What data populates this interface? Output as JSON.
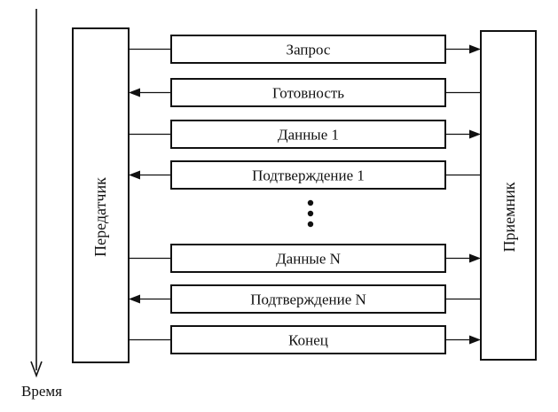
{
  "time_axis": {
    "label": "Время"
  },
  "transmitter": {
    "label": "Передатчик"
  },
  "receiver": {
    "label": "Приемник"
  },
  "messages": [
    {
      "label": "Запрос",
      "direction": "to-receiver"
    },
    {
      "label": "Готовность",
      "direction": "to-transmitter"
    },
    {
      "label": "Данные 1",
      "direction": "to-receiver"
    },
    {
      "label": "Подтверждение 1",
      "direction": "to-transmitter"
    },
    {
      "label": "Данные N",
      "direction": "to-receiver"
    },
    {
      "label": "Подтверждение N",
      "direction": "to-transmitter"
    },
    {
      "label": "Конец",
      "direction": "to-receiver"
    }
  ],
  "colors": {
    "stroke": "#111111",
    "background": "#ffffff"
  }
}
